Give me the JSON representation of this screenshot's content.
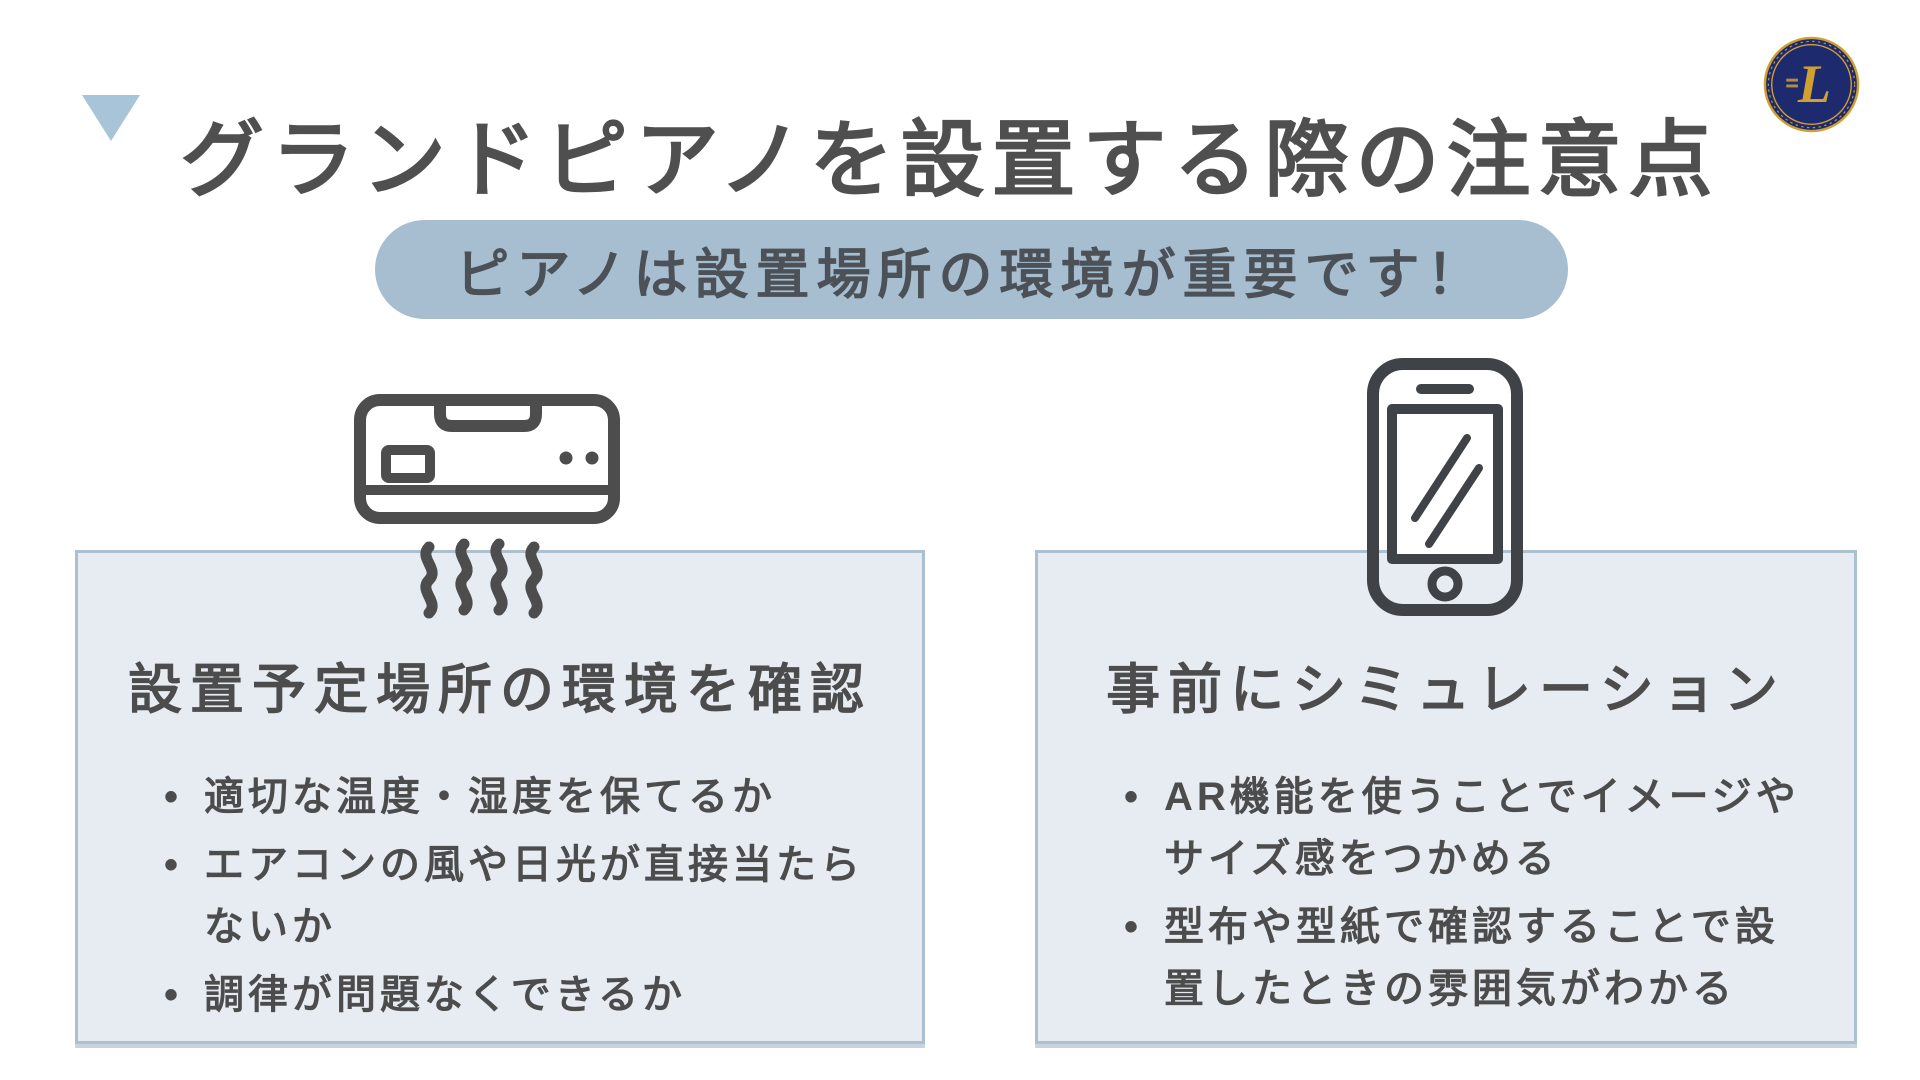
{
  "page": {
    "title": "グランドピアノを設置する際の注意点",
    "banner": "ピアノは設置場所の環境が重要です！"
  },
  "logo": {
    "letter": "L",
    "name": "piano-brand-badge"
  },
  "icons": {
    "title_marker": "triangle-down",
    "left_card": "air-conditioner",
    "right_card": "smartphone"
  },
  "colors": {
    "text_dark": "#4d4d4d",
    "banner_bg": "#a6bed0",
    "triangle": "#a8c4d8",
    "card_bg": "#e6ecf2",
    "card_border": "#adc0d0",
    "logo_navy": "#1d2b6e",
    "logo_gold": "#d1a033"
  },
  "cards": [
    {
      "heading": "設置予定場所の環境を確認",
      "bullets": [
        "適切な温度・湿度を保てるか",
        "エアコンの風や日光が直接当たらないか",
        "調律が問題なくできるか"
      ]
    },
    {
      "heading": "事前にシミュレーション",
      "bullets": [
        "AR機能を使うことでイメージやサイズ感をつかめる",
        "型布や型紙で確認することで設置したときの雰囲気がわかる"
      ]
    }
  ]
}
